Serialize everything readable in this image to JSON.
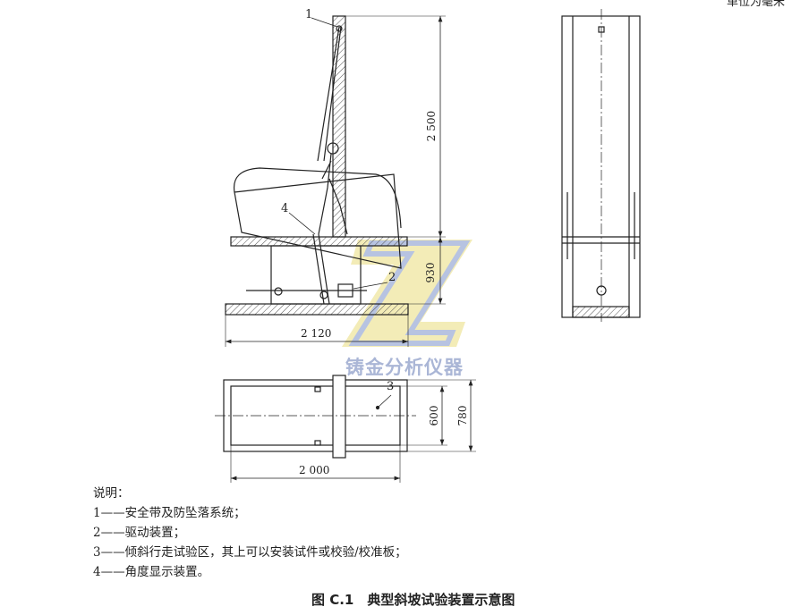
{
  "unit_note": "单位为毫米",
  "callouts": {
    "c1": "1",
    "c2": "2",
    "c3": "3",
    "c4": "4"
  },
  "dimensions": {
    "height_post": "2 500",
    "height_platform": "930",
    "width_base": "2 120",
    "width_plan": "2 000",
    "inner_width": "600",
    "outer_width": "780"
  },
  "watermark": "铸金分析仪器",
  "legend": {
    "title": "说明：",
    "items": [
      "1——安全带及防坠落系统；",
      "2——驱动装置；",
      "3——倾斜行走试验区，其上可以安装试件或校验/校准板；",
      "4——角度显示装置。"
    ]
  },
  "caption": "图 C.1　典型斜坡试验装置示意图",
  "colors": {
    "line": "#222222",
    "hatch": "#555555",
    "watermark_blue": "#9fb0d8",
    "watermark_yellow": "#efe6a0"
  }
}
